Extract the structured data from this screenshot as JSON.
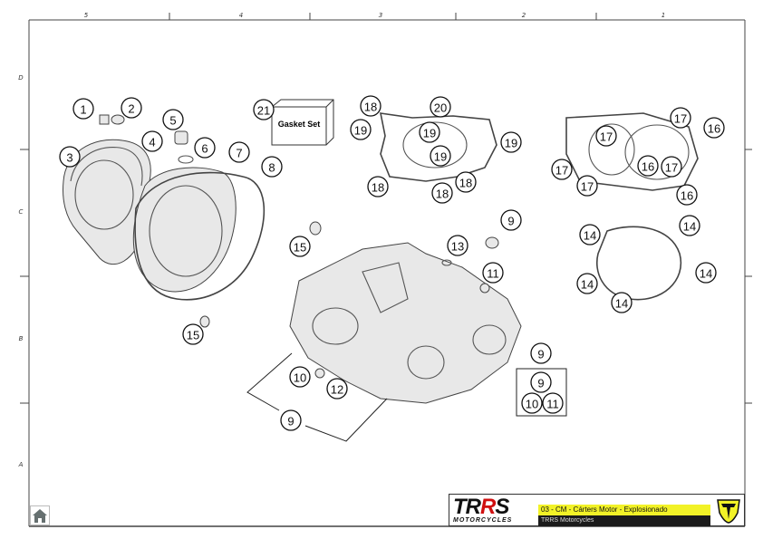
{
  "frame": {
    "columns": [
      "5",
      "4",
      "3",
      "2",
      "1"
    ],
    "rows": [
      "D",
      "C",
      "B",
      "A"
    ]
  },
  "gasket_set": {
    "label": "Gasket Set"
  },
  "callouts": [
    "1",
    "2",
    "3",
    "4",
    "5",
    "6",
    "7",
    "8",
    "21",
    "18",
    "20",
    "19",
    "19",
    "19",
    "19",
    "18",
    "18",
    "18",
    "17",
    "16",
    "17",
    "17",
    "16",
    "17",
    "17",
    "16",
    "9",
    "14",
    "14",
    "14",
    "14",
    "14",
    "13",
    "15",
    "11",
    "15",
    "9",
    "10",
    "12",
    "9",
    "10",
    "11",
    "9"
  ],
  "title_block": {
    "logo_main": "TRRS",
    "logo_sub": "MOTORCYCLES",
    "title": "03 - CM - Cárters Motor - Explosionado",
    "subtitle": "TRRS Motorcycles",
    "accent_color": "#f2f227"
  },
  "home_button": {
    "icon": "home-icon"
  }
}
